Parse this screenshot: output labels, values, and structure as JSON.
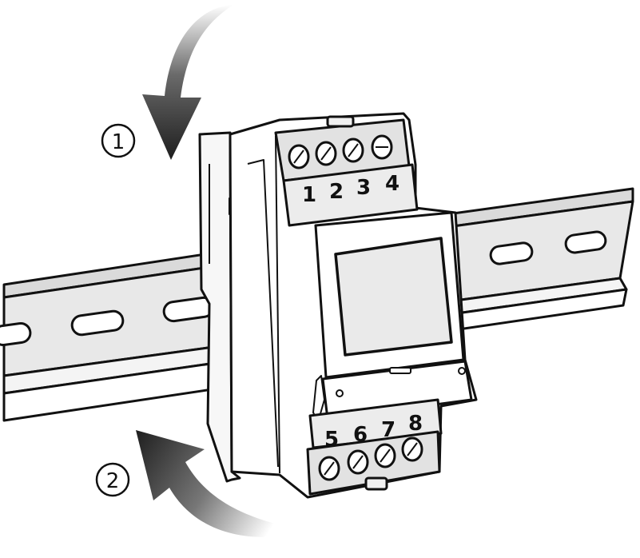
{
  "steps": [
    {
      "label": "1",
      "description_arrow": "rotate-down"
    },
    {
      "label": "2",
      "description_arrow": "rotate-up"
    }
  ],
  "terminals": {
    "top": [
      "1",
      "2",
      "3",
      "4"
    ],
    "bottom": [
      "5",
      "6",
      "7",
      "8"
    ]
  },
  "colors": {
    "outline": "#111111",
    "rail_fill": "#e6e6e6",
    "rail_shadow": "#c9c9c9",
    "device_body": "#ffffff",
    "terminal_block": "#e2e2e2",
    "display_window": "#e8e8e8",
    "arrow_dark": "#2b2b2b",
    "arrow_light": "#ffffff"
  },
  "icons": {
    "step1_arrow": "curved-arrow-down-icon",
    "step2_arrow": "curved-arrow-up-icon",
    "screw": "terminal-screw-icon"
  }
}
